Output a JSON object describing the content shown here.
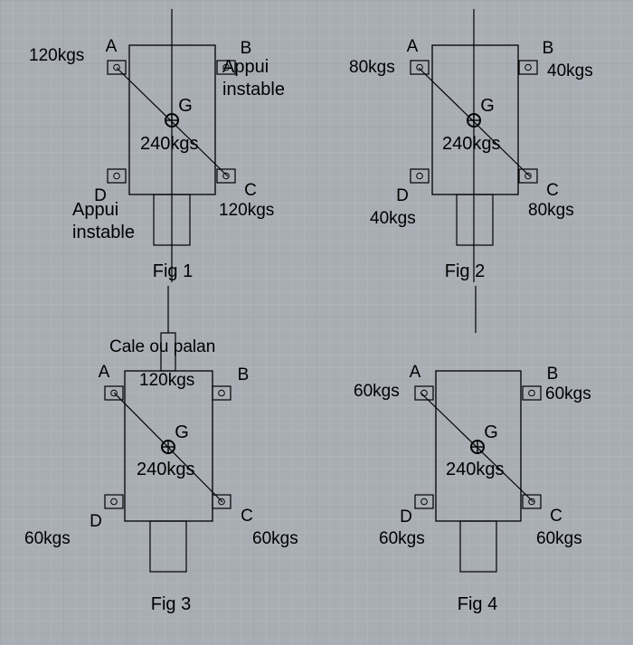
{
  "colors": {
    "background": "#a9adb4",
    "grid_minor": "#b6bac1",
    "grid_major": "#9da1a8",
    "ink": "#000000"
  },
  "figures": [
    {
      "id": "fig1",
      "caption": "Fig 1",
      "center_label": "G",
      "center_load": "240kgs",
      "corners": {
        "A": {
          "label": "A",
          "load": "120kgs"
        },
        "B": {
          "label": "B",
          "load": ""
        },
        "C": {
          "label": "C",
          "load": "120kgs"
        },
        "D": {
          "label": "D",
          "load": ""
        }
      },
      "notes": [
        {
          "id": "b-note",
          "lines": [
            "Appui",
            "instable"
          ]
        },
        {
          "id": "d-note",
          "lines": [
            "Appui",
            "instable"
          ]
        }
      ]
    },
    {
      "id": "fig2",
      "caption": "Fig 2",
      "center_label": "G",
      "center_load": "240kgs",
      "corners": {
        "A": {
          "label": "A",
          "load": "80kgs"
        },
        "B": {
          "label": "B",
          "load": "40kgs"
        },
        "C": {
          "label": "C",
          "load": "80kgs"
        },
        "D": {
          "label": "D",
          "load": "40kgs"
        }
      },
      "notes": []
    },
    {
      "id": "fig3",
      "caption": "Fig 3",
      "center_label": "G",
      "center_load": "240kgs",
      "corners": {
        "A": {
          "label": "A",
          "load": ""
        },
        "B": {
          "label": "B",
          "load": ""
        },
        "C": {
          "label": "C",
          "load": "60kgs"
        },
        "D": {
          "label": "D",
          "load": "60kgs"
        }
      },
      "notes": [
        {
          "id": "top-note",
          "lines": [
            "Cale ou palan"
          ]
        },
        {
          "id": "top-load",
          "lines": [
            "120kgs"
          ]
        }
      ]
    },
    {
      "id": "fig4",
      "caption": "Fig 4",
      "center_label": "G",
      "center_load": "240kgs",
      "corners": {
        "A": {
          "label": "A",
          "load": "60kgs"
        },
        "B": {
          "label": "B",
          "load": "60kgs"
        },
        "C": {
          "label": "C",
          "load": "60kgs"
        },
        "D": {
          "label": "D",
          "load": "60kgs"
        }
      },
      "notes": []
    }
  ]
}
